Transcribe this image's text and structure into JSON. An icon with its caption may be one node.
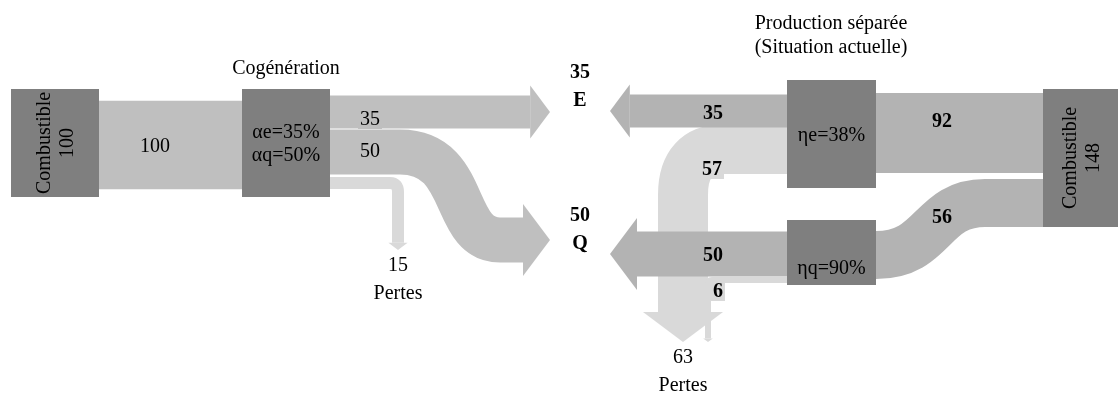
{
  "diagram": {
    "nodes": [
      {
        "text": [
          "Combustible",
          "100"
        ]
      },
      {
        "text": [
          "Cogénération",
          "αe=35%",
          "αq=50%"
        ]
      },
      {
        "text": [
          "35",
          "E"
        ]
      },
      {
        "text": [
          "50",
          "Q"
        ]
      },
      {
        "text": [
          "15",
          "Pertes"
        ]
      },
      {
        "text": [
          "Production séparée (Situation actuelle)",
          "ηe=38%"
        ]
      },
      {
        "text": [
          "ηq=90%"
        ]
      },
      {
        "text": [
          "Combustible",
          "148"
        ]
      },
      {
        "text": [
          "63",
          "Pertes"
        ]
      }
    ],
    "edges": [
      {
        "from": 0,
        "to": 1,
        "arrow": "none",
        "label": "100",
        "style": "thick"
      },
      {
        "from": 1,
        "to": 2,
        "arrow": "to",
        "label": "35"
      },
      {
        "from": 1,
        "to": 3,
        "arrow": "to",
        "label": "50"
      },
      {
        "from": 1,
        "to": 4,
        "arrow": "to",
        "color": "#d9d9d9"
      },
      {
        "from": 5,
        "to": 2,
        "arrow": "to",
        "label": "35"
      },
      {
        "from": 6,
        "to": 3,
        "arrow": "to",
        "label": "50"
      },
      {
        "from": 7,
        "to": 5,
        "arrow": "none",
        "label": "92"
      },
      {
        "from": 7,
        "to": 6,
        "arrow": "none",
        "label": "56"
      },
      {
        "from": 5,
        "to": 8,
        "arrow": "to",
        "label": "57",
        "color": "#d9d9d9"
      },
      {
        "from": 6,
        "to": 8,
        "arrow": "to",
        "label": "6",
        "color": "#d9d9d9"
      }
    ]
  }
}
